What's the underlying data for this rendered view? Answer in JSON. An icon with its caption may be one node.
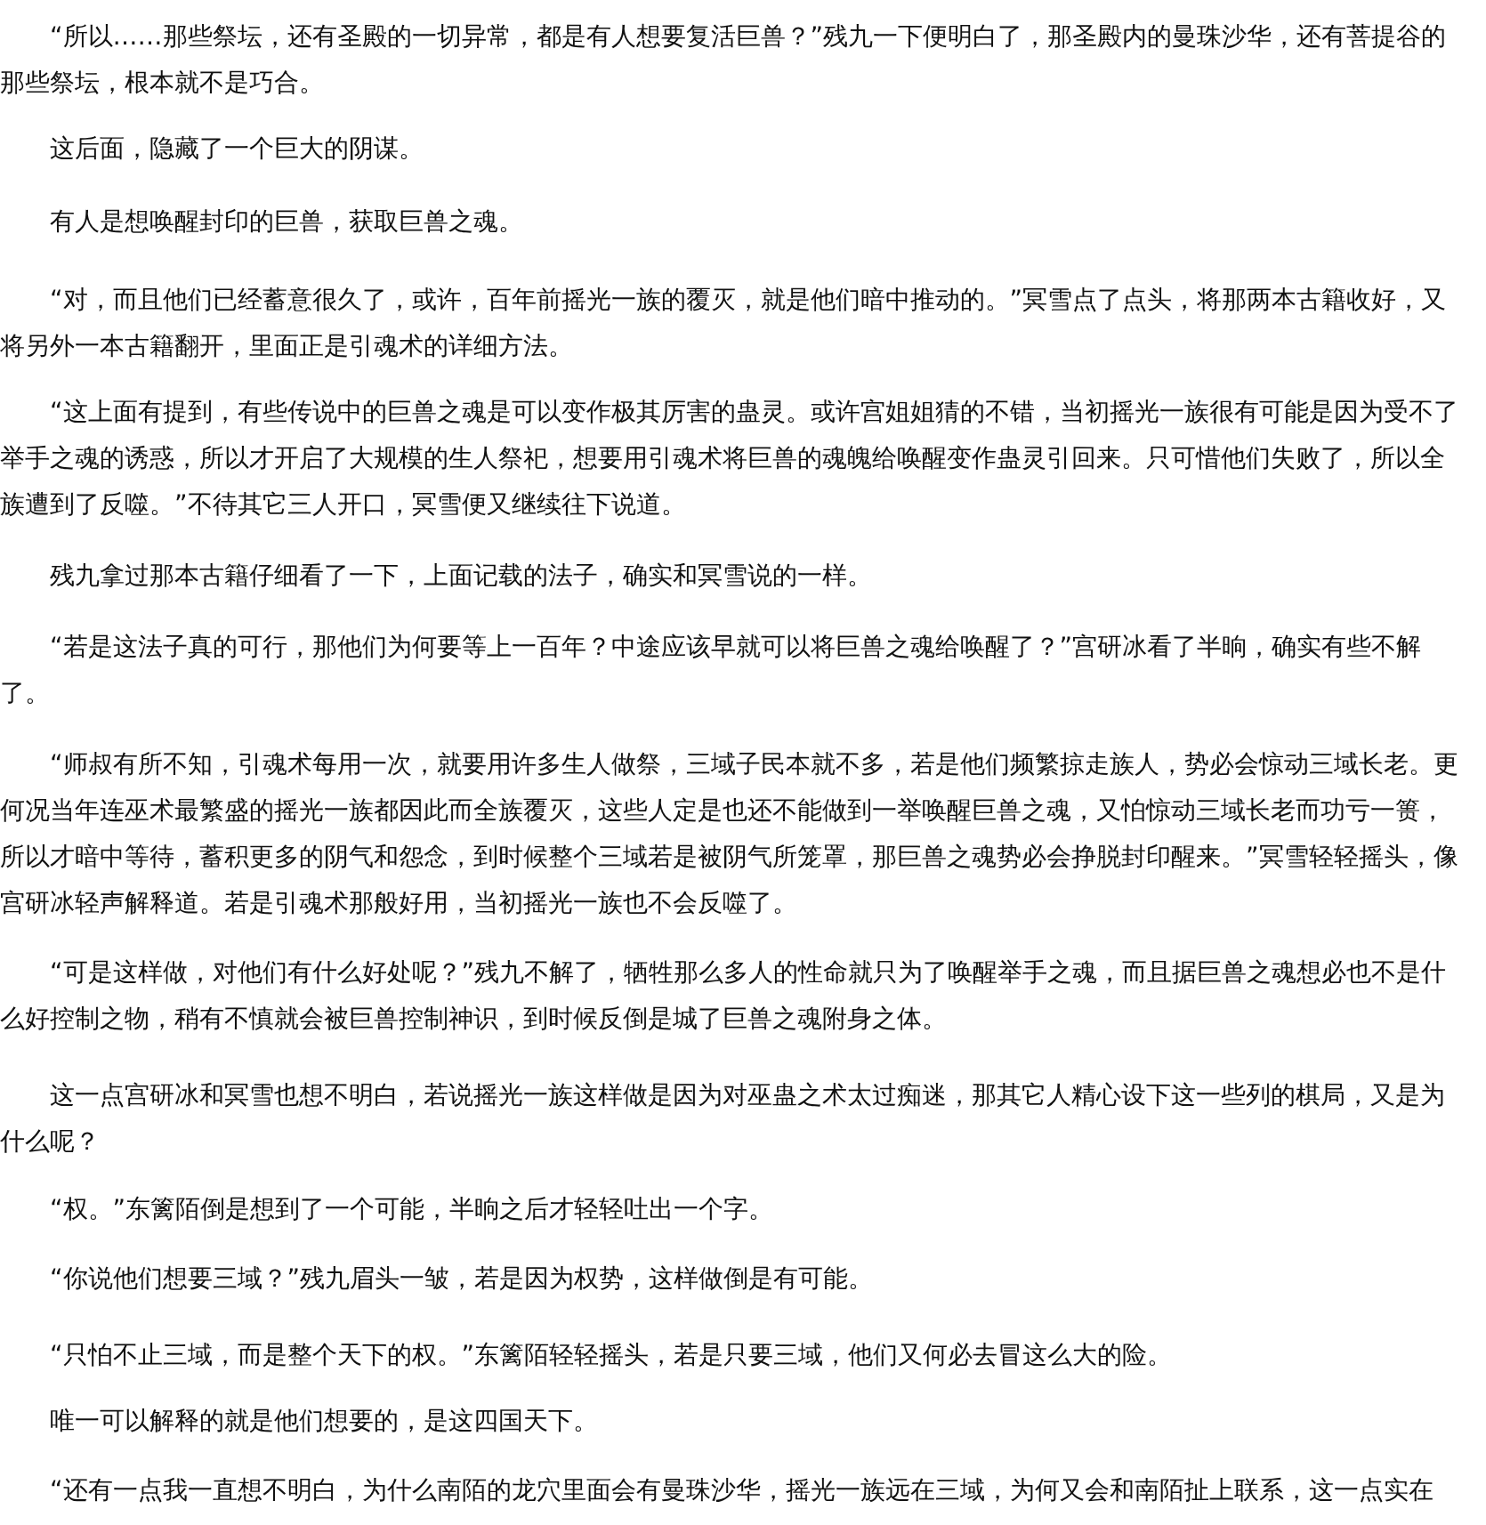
{
  "diagram": {
    "labels": [
      "“所以……那些祭坛，还有圣殿的一切异常，都是有人想要复活巨兽？”残九一下便明白了，那圣殿内的曼珠沙华，还有菩提谷的那些祭坛，根本就不是巧合。",
      "这后面，隐藏了一个巨大的阴谋。",
      "有人是想唤醒封印的巨兽，获取巨兽之魂。",
      "“对，而且他们已经蓄意很久了，或许，百年前摇光一族的覆灭，就是他们暗中推动的。”冥雪点了点头，将那两本古籍收好，又将另外一本古籍翻开，里面正是引魂术的详细方法。",
      "“这上面有提到，有些传说中的巨兽之魂是可以变作极其厉害的蛊灵。或许宫姐姐猜的不错，当初摇光一族很有可能是因为受不了举手之魂的诱惑，所以才开启了大规模的生人祭祀，想要用引魂术将巨兽的魂魄给唤醒变作蛊灵引回来。只可惜他们失败了，所以全族遭到了反噬。”不待其它三人开口，冥雪便又继续往下说道。",
      "残九拿过那本古籍仔细看了一下，上面记载的法子，确实和冥雪说的一样。",
      "“若是这法子真的可行，那他们为何要等上一百年？中途应该早就可以将巨兽之魂给唤醒了？”宫研冰看了半晌，确实有些不解了。",
      "“师叔有所不知，引魂术每用一次，就要用许多生人做祭，三域子民本就不多，若是他们频繁掠走族人，势必会惊动三域长老。更何况当年连巫术最繁盛的摇光一族都因此而全族覆灭，这些人定是也还不能做到一举唤醒巨兽之魂，又怕惊动三域长老而功亏一篑，所以才暗中等待，蓄积更多的阴气和怨念，到时候整个三域若是被阴气所笼罩，那巨兽之魂势必会挣脱封印醒来。”冥雪轻轻摇头，像宫研冰轻声解释道。若是引魂术那般好用，当初摇光一族也不会反噬了。",
      "“可是这样做，对他们有什么好处呢？”残九不解了，牺牲那么多人的性命就只为了唤醒举手之魂，而且据巨兽之魂想必也不是什么好控制之物，稍有不慎就会被巨兽控制神识，到时候反倒是城了巨兽之魂附身之体。",
      "这一点宫研冰和冥雪也想不明白，若说摇光一族这样做是因为对巫蛊之术太过痴迷，那其它人精心设下这一些列的棋局，又是为什么呢？",
      "“权。”东篱陌倒是想到了一个可能，半晌之后才轻轻吐出一个字。",
      "“你说他们想要三域？”残九眉头一皱，若是因为权势，这样做倒是有可能。",
      "“只怕不止三域，而是整个天下的权。”东篱陌轻轻摇头，若是只要三域，他们又何必去冒这么大的险。",
      "唯一可以解释的就是他们想要的，是这四国天下。",
      "“还有一点我一直想不明白，为什么南陌的龙穴里面会有曼珠沙华，摇光一族远在三域，为何又会和南陌扯上联系，这一点实在"
    ]
  }
}
